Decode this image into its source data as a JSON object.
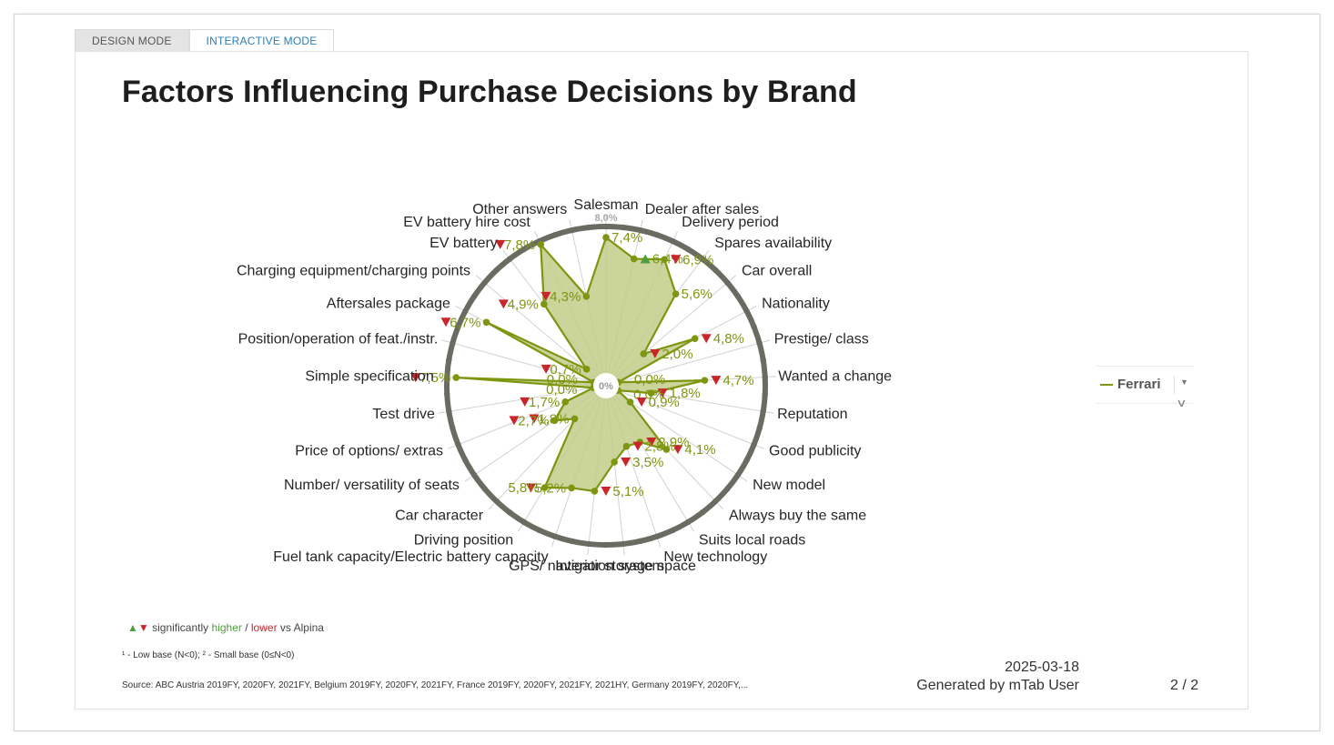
{
  "tabs": {
    "design": "DESIGN MODE",
    "interactive": "INTERACTIVE MODE"
  },
  "title": "Factors Influencing Purchase Decisions by Brand",
  "colors": {
    "series": "#7d960f",
    "fill": "#c2cd8a",
    "ring": "#6b6b62",
    "up": "#4d9e3f",
    "down": "#c8262a",
    "max_label": "#aaaaaa"
  },
  "chart_data": {
    "type": "radar",
    "center_label": "0%",
    "max_label": "8,0%",
    "range": [
      0,
      8.0
    ],
    "categories": [
      "Salesman",
      "Dealer after sales",
      "Delivery period",
      "Spares availability",
      "Car overall",
      "Nationality",
      "Prestige/ class",
      "Wanted a change",
      "Reputation",
      "Good publicity",
      "New model",
      "Always buy the same",
      "Suits local roads",
      "New technology",
      "Interior storage space",
      "GPS/ navigation system",
      "Fuel tank capacity/Electric battery capacity",
      "Driving position",
      "Car character",
      "Number/ versatility of seats",
      "Price of options/ extras",
      "Test drive",
      "Simple specification",
      "Position/operation of feat./instr.",
      "Aftersales package",
      "Charging equipment/charging points",
      "EV battery",
      "EV battery hire cost",
      "Other answers"
    ],
    "series": [
      {
        "name": "Ferrari",
        "values": [
          7.4,
          6.4,
          6.9,
          5.6,
          2.0,
          4.8,
          0.0,
          4.7,
          1.8,
          0.0,
          0.9,
          4.1,
          2.9,
          2.8,
          3.5,
          5.1,
          5.2,
          5.8,
          1.8,
          2.7,
          1.7,
          0.0,
          7.5,
          0.0,
          6.7,
          0.7,
          4.9,
          7.8,
          4.3
        ],
        "labels": [
          "7,4%",
          "6,4%",
          "6,9%",
          "5,6%",
          "2,0%",
          "4,8%",
          "0,0%",
          "4,7%",
          "1,8%",
          "0,0%",
          "0,9%",
          "4,1%",
          "2,9%",
          "2,8%",
          "3,5%",
          "5,1%",
          "5,2%",
          "5,8%",
          "1,8%",
          "2,7%",
          "1,7%",
          "0,0%",
          "7,5%",
          "0,0%",
          "6,7%",
          "0,7%",
          "4,9%",
          "7,8%",
          "4,3%"
        ],
        "significance": [
          "",
          "up",
          "down",
          "",
          "down",
          "down",
          "",
          "down",
          "down",
          "",
          "down",
          "down",
          "down",
          "down",
          "down",
          "down",
          "down",
          "",
          "down",
          "down",
          "down",
          "",
          "down",
          "",
          "down",
          "down",
          "down",
          "down",
          "down"
        ]
      }
    ],
    "legend": "right",
    "grid": true
  },
  "legend": {
    "series_label": "Ferrari"
  },
  "significance_note": {
    "prefix": "significantly",
    "higher": "higher",
    "slash": "/",
    "lower": "lower",
    "suffix": "vs Alpina"
  },
  "footnote": "¹ - Low base (N<0);   ² - Small base (0≤N<0)",
  "source": "Source: ABC Austria 2019FY, 2020FY, 2021FY, Belgium 2019FY, 2020FY, 2021FY, France 2019FY, 2020FY, 2021FY, 2021HY, Germany 2019FY, 2020FY,...",
  "footer": {
    "date": "2025-03-18",
    "generated_by": "Generated by mTab User",
    "pages": "2 / 2"
  }
}
